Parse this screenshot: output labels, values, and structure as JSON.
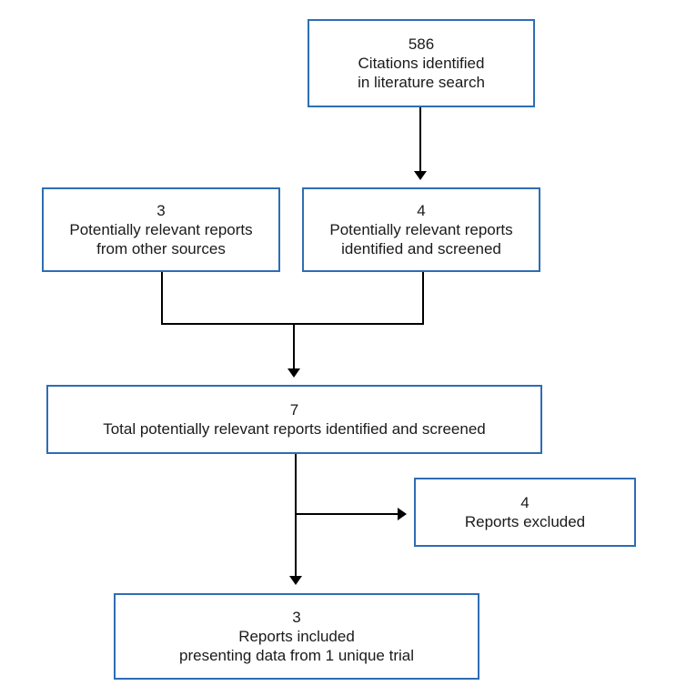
{
  "flowchart": {
    "search": {
      "count": "586",
      "line1": "Citations identified",
      "line2": "in literature search"
    },
    "other_sources": {
      "count": "3",
      "line1": "Potentially relevant reports",
      "line2": "from other sources"
    },
    "screened": {
      "count": "4",
      "line1": "Potentially relevant reports",
      "line2": "identified and screened"
    },
    "total": {
      "count": "7",
      "line1": "Total potentially relevant reports identified and screened"
    },
    "excluded": {
      "count": "4",
      "line1": "Reports excluded"
    },
    "included": {
      "count": "3",
      "line1": "Reports included",
      "line2": "presenting data from 1 unique trial"
    }
  },
  "colors": {
    "box_border": "#2e6db4",
    "connector": "#000000",
    "text": "#1a1a1a"
  }
}
